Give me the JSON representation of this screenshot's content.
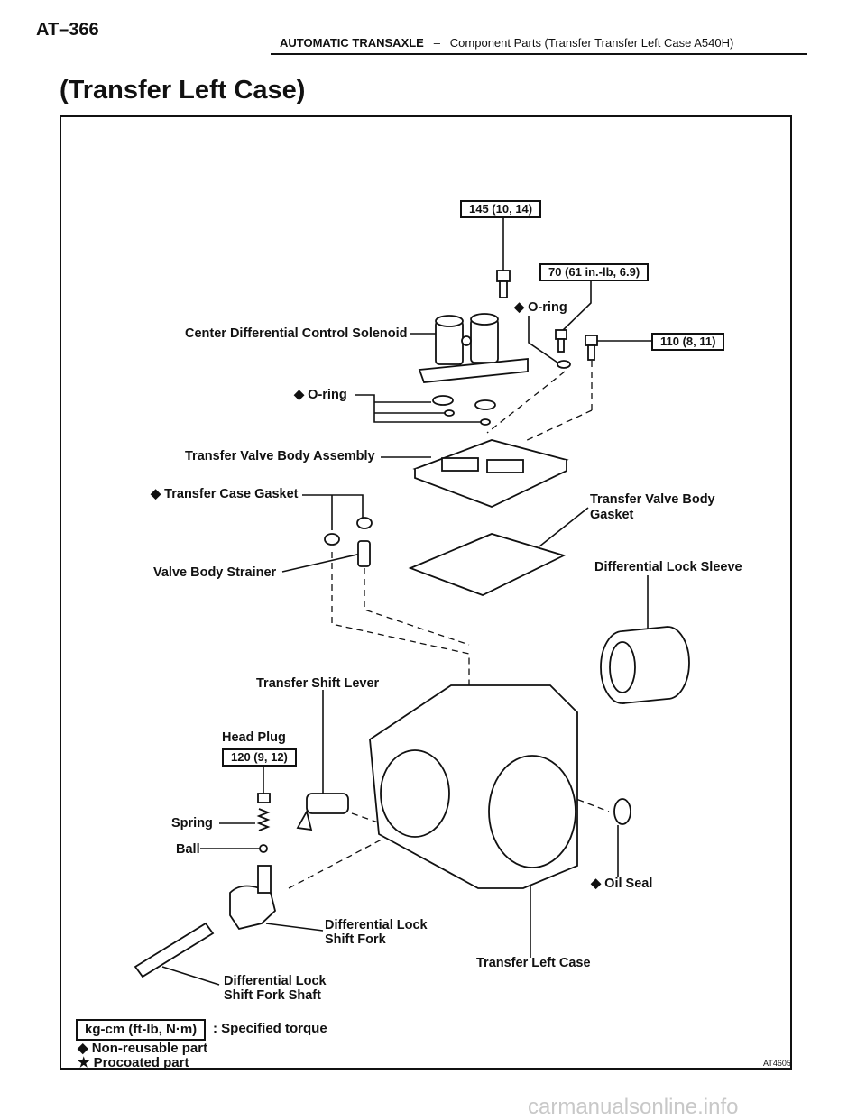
{
  "header": {
    "page_number": "AT–366",
    "section": "AUTOMATIC TRANSAXLE",
    "separator": "–",
    "subsection": "Component Parts (Transfer Transfer Left Case  A540H)"
  },
  "title": "(Transfer Left Case)",
  "torques": {
    "t145": "145 (10, 14)",
    "t70": "70 (61 in.-lb, 6.9)",
    "t110": "110 (8, 11)",
    "t120": "120 (9, 12)"
  },
  "labels": {
    "oring_top": "◆ O-ring",
    "solenoid": "Center Differential Control Solenoid",
    "oring_mid": "◆ O-ring",
    "valve_body": "Transfer Valve Body Assembly",
    "case_gasket": "◆ Transfer Case Gasket",
    "vb_gasket_1": "Transfer Valve Body",
    "vb_gasket_2": "Gasket",
    "strainer": "Valve Body Strainer",
    "lock_sleeve": "Differential Lock Sleeve",
    "shift_lever": "Transfer Shift Lever",
    "head_plug": "Head Plug",
    "spring": "Spring",
    "ball": "Ball",
    "oil_seal": "◆ Oil Seal",
    "fork_1": "Differential Lock",
    "fork_2": "Shift Fork",
    "left_case": "Transfer Left Case",
    "shaft_1": "Differential Lock",
    "shaft_2": "Shift Fork Shaft"
  },
  "legend": {
    "unit_box": "kg-cm (ft-lb, N·m)",
    "unit_desc": ": Specified torque",
    "nonreusable": "◆ Non-reusable part",
    "precoated": "★ Procoated part"
  },
  "figure_ref": "AT4605",
  "footer": "carmanualsonline.info"
}
